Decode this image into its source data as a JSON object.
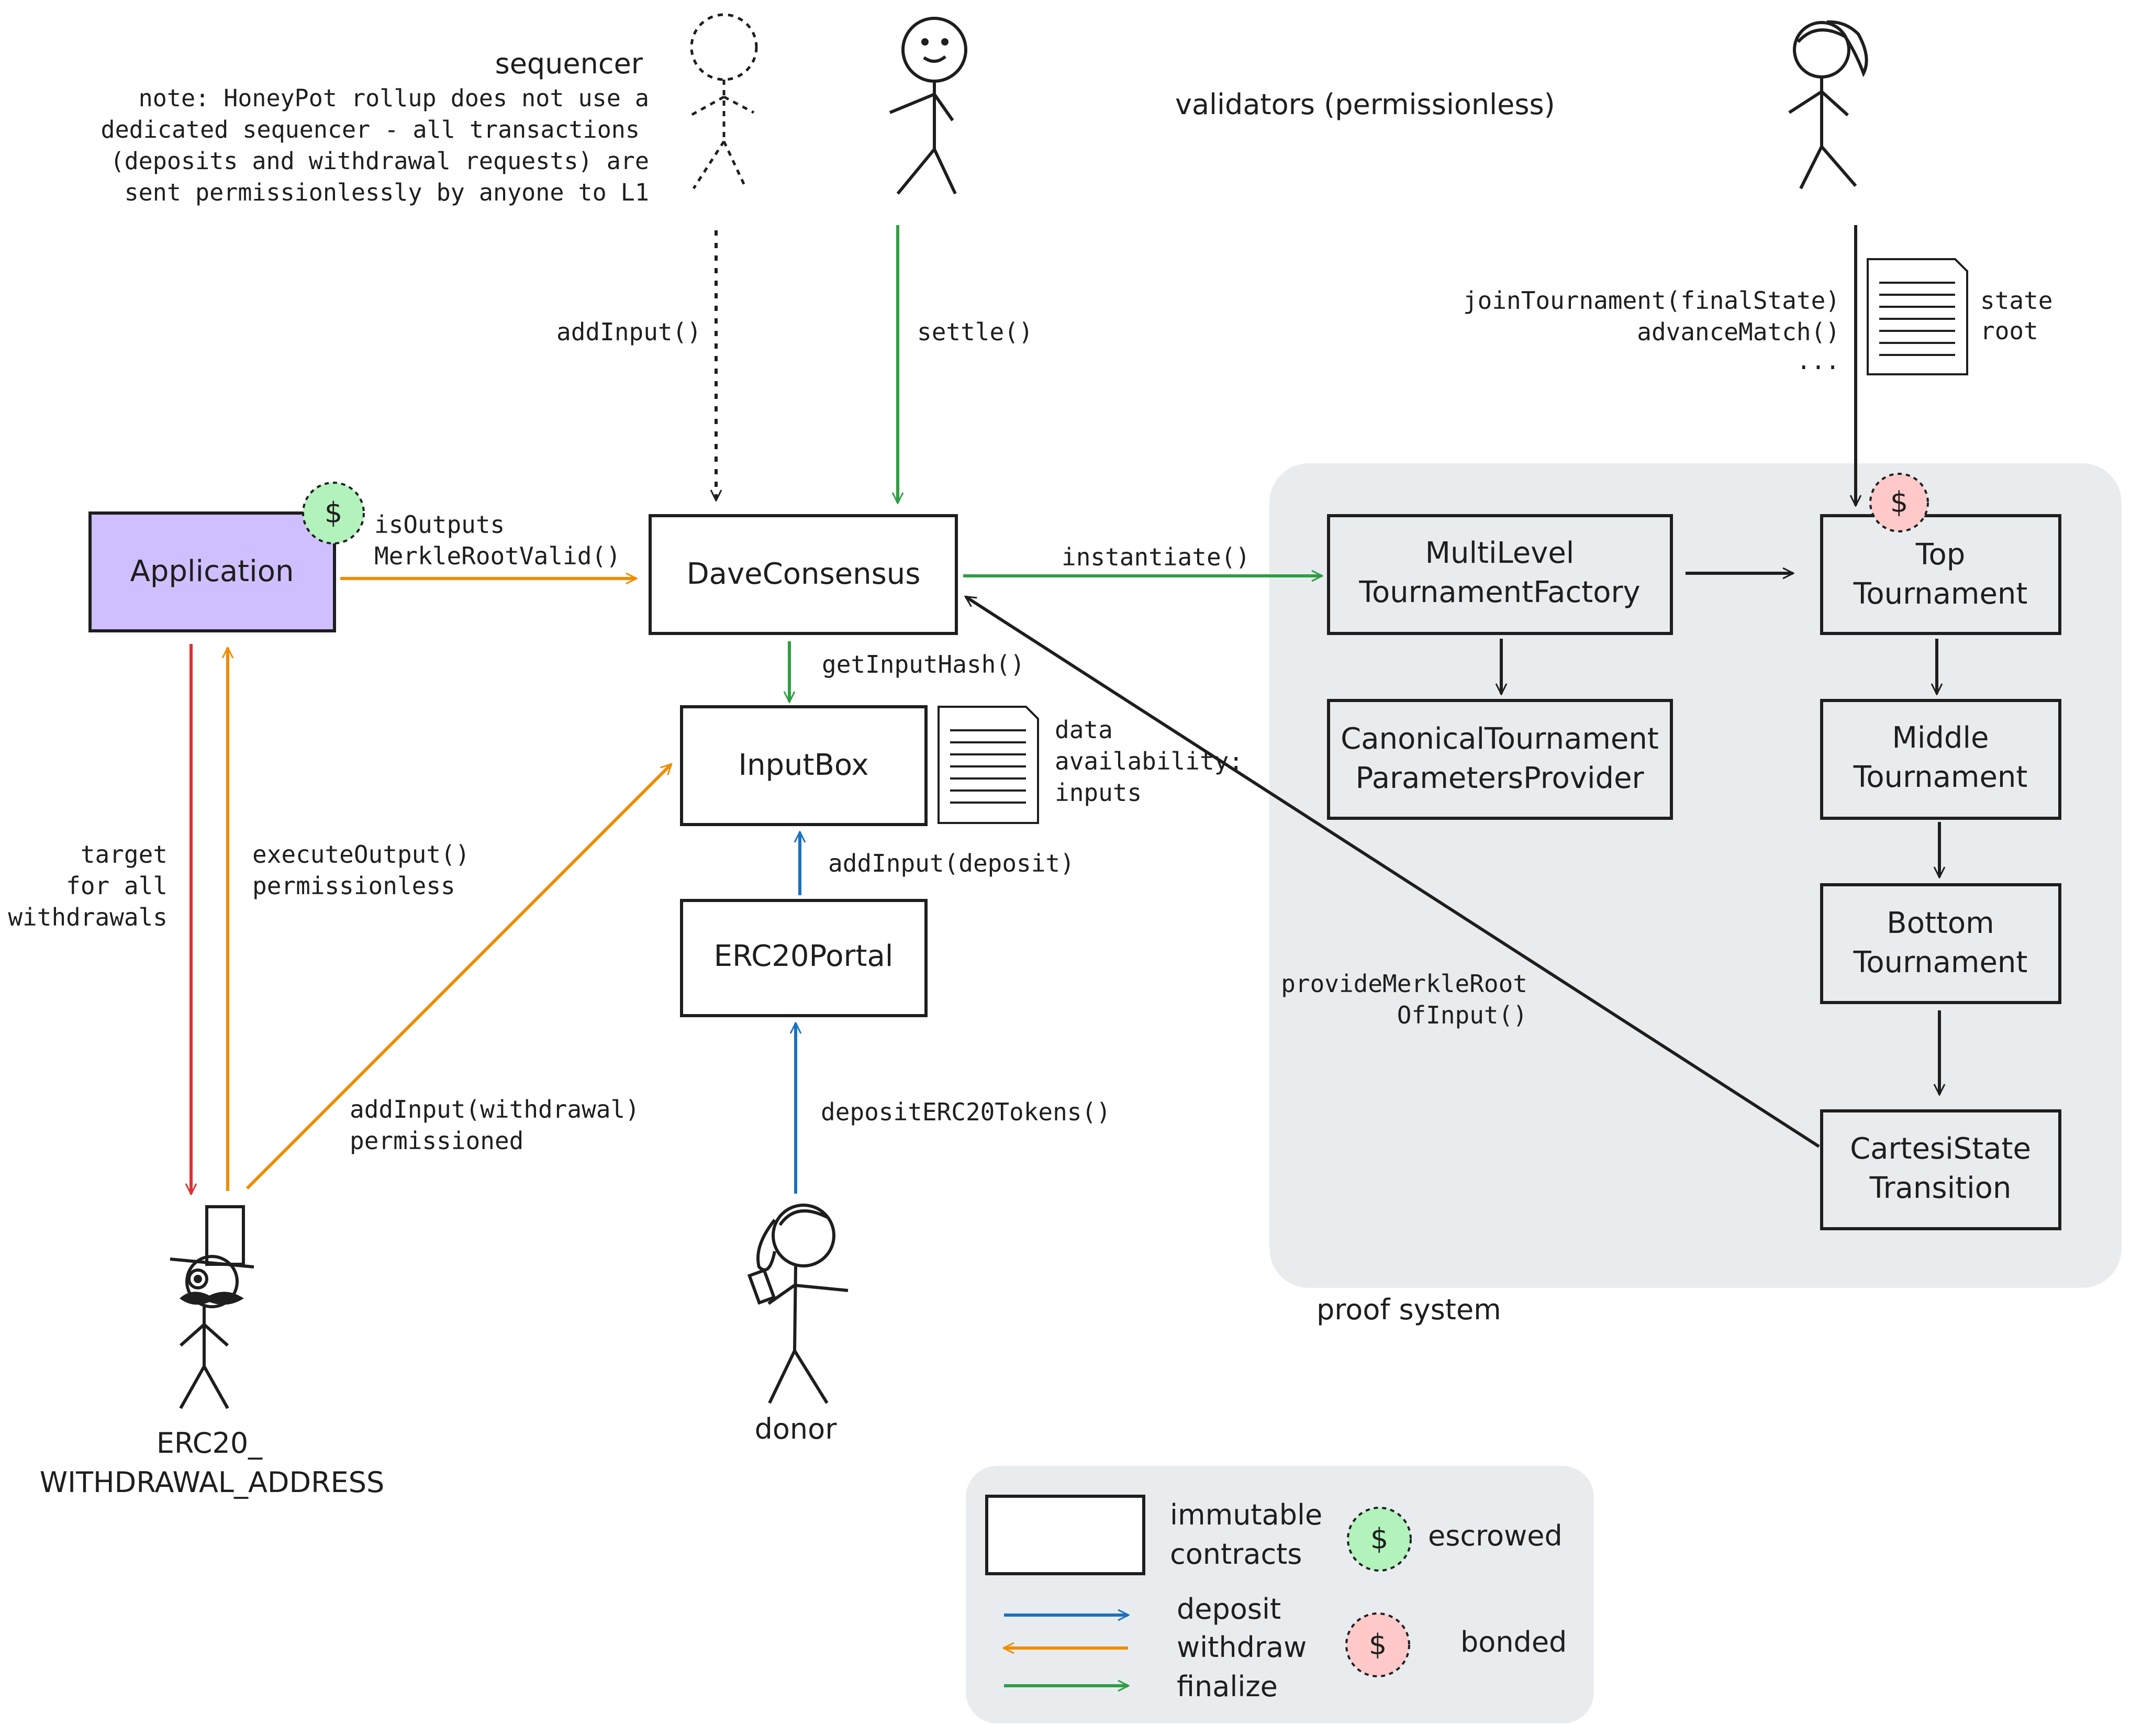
{
  "colors": {
    "black": "#1e1e1e",
    "deposit": "#1971c2",
    "withdraw": "#f08c00",
    "finalize": "#2f9e44",
    "red_arrow": "#e03131",
    "application_fill": "#d0bfff",
    "escrowed_fill": "#b2f2bb",
    "bonded_fill": "#ffc9c9",
    "proof_bg": "#e9ecef"
  },
  "actors": {
    "sequencer": {
      "title": "sequencer",
      "note_lines": [
        "note: HoneyPot rollup does not use a",
        "dedicated sequencer - all transactions",
        "(deposits and withdrawal requests) are",
        "sent permissionlessly by anyone to L1"
      ]
    },
    "validators": {
      "title": "validators (permissionless)"
    },
    "withdrawal_address": {
      "label_lines": [
        "ERC20_",
        "WITHDRAWAL_ADDRESS"
      ]
    },
    "donor": {
      "label": "donor"
    }
  },
  "nodes": {
    "application": "Application",
    "dave_consensus": "DaveConsensus",
    "input_box": "InputBox",
    "erc20_portal": "ERC20Portal",
    "factory": [
      "MultiLevel",
      "TournamentFactory"
    ],
    "params_provider": [
      "CanonicalTournament",
      "ParametersProvider"
    ],
    "top": [
      "Top",
      "Tournament"
    ],
    "middle": [
      "Middle",
      "Tournament"
    ],
    "bottom": [
      "Bottom",
      "Tournament"
    ],
    "cartesi": [
      "CartesiState",
      "Transition"
    ]
  },
  "dollar": "$",
  "ellipsis": "...",
  "edges": {
    "add_input": "addInput()",
    "settle": "settle()",
    "join_tournament": "joinTournament(finalState)",
    "advance_match": "advanceMatch()",
    "state_root": [
      "state",
      "root"
    ],
    "is_outputs": [
      "isOutputs",
      "MerkleRootValid()"
    ],
    "instantiate": "instantiate()",
    "get_input_hash": "getInputHash()",
    "data_availability": [
      "data",
      "availability:",
      "inputs"
    ],
    "add_input_deposit": "addInput(deposit)",
    "target": [
      "target",
      "for all",
      "withdrawals"
    ],
    "execute_output": [
      "executeOutput()",
      "permissionless"
    ],
    "add_input_withdrawal": [
      "addInput(withdrawal)",
      "permissioned"
    ],
    "deposit_tokens": "depositERC20Tokens()",
    "provide_merkle": [
      "provideMerkleRoot",
      "OfInput()"
    ]
  },
  "proof_system": {
    "label": "proof system"
  },
  "legend": {
    "immutable": [
      "immutable",
      "contracts"
    ],
    "escrowed": "escrowed",
    "bonded": "bonded",
    "deposit": "deposit",
    "withdraw": "withdraw",
    "finalize": "finalize"
  }
}
